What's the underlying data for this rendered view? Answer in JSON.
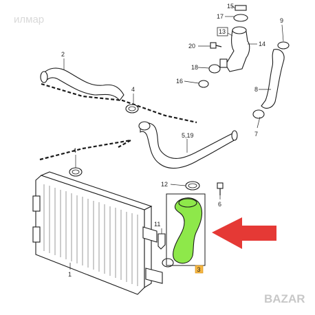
{
  "watermark": {
    "top_left": "илмар",
    "bottom_right": "BAZAR"
  },
  "callouts": {
    "c1": "1",
    "c2": "2",
    "c3": "3",
    "c4a": "4",
    "c4b": "4",
    "c5_19": "5,19",
    "c6": "6",
    "c7": "7",
    "c8": "8",
    "c9": "9",
    "c11": "11",
    "c12": "12",
    "c13": "13",
    "c14": "14",
    "c15": "15",
    "c16": "16",
    "c17": "17",
    "c18": "18",
    "c20": "20"
  },
  "colors": {
    "highlight_green": "#8ee84a",
    "arrow_red": "#e53935",
    "badge_orange": "#f5b642",
    "line": "#1a1a1a"
  }
}
